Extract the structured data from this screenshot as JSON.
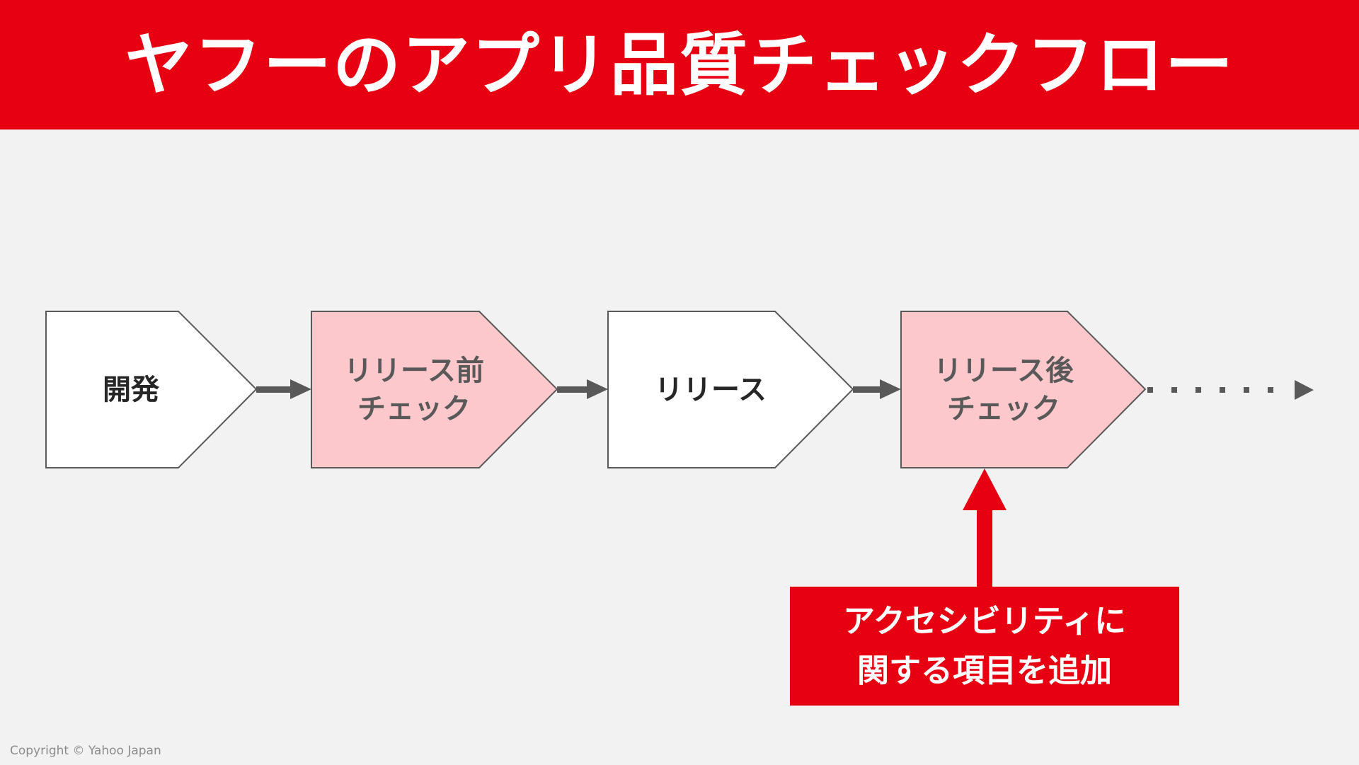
{
  "title": "ヤフーのアプリ品質チェックフロー",
  "steps": [
    {
      "label": "開発",
      "highlight": false
    },
    {
      "label": "リリース前\nチェック",
      "highlight": true
    },
    {
      "label": "リリース",
      "highlight": false
    },
    {
      "label": "リリース後\nチェック",
      "highlight": true
    }
  ],
  "callout": {
    "text": "アクセシビリティに\n関する項目を追加"
  },
  "footer": {
    "copyright": "Copyright © Yahoo Japan"
  },
  "colors": {
    "brand_red": "#e60012",
    "highlight_fill": "#fdc8cc",
    "plain_fill": "#ffffff",
    "highlight_text": "#595959",
    "plain_text": "#262626",
    "connector": "#595959",
    "background": "#f2f2f2"
  }
}
